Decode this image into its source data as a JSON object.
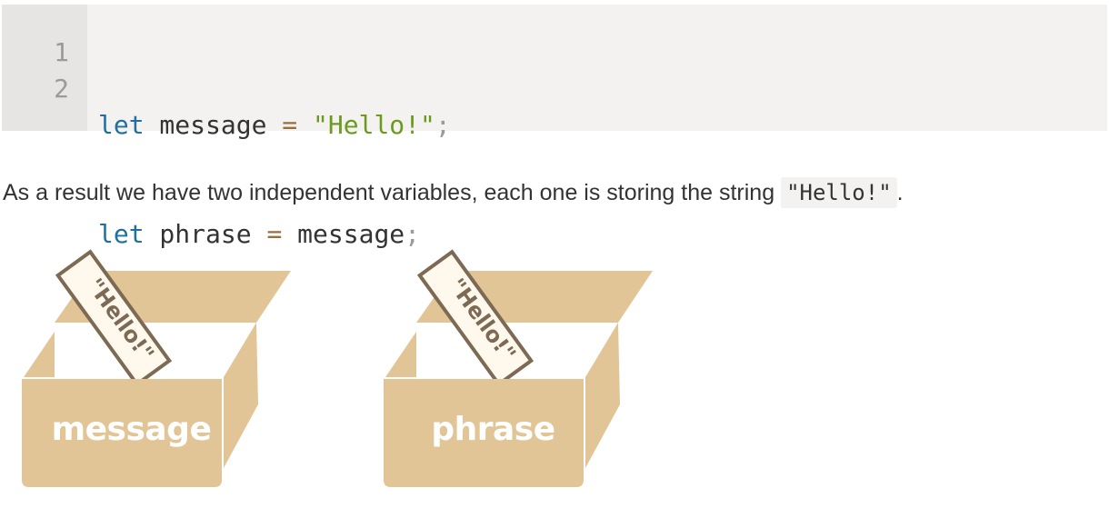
{
  "code": {
    "line_numbers": [
      "1",
      "2"
    ],
    "lines": [
      {
        "tokens": [
          {
            "text": "let",
            "kind": "keyword"
          },
          {
            "text": " message ",
            "kind": "plain"
          },
          {
            "text": "=",
            "kind": "operator"
          },
          {
            "text": " ",
            "kind": "plain"
          },
          {
            "text": "\"Hello!\"",
            "kind": "string"
          },
          {
            "text": ";",
            "kind": "punctuation"
          }
        ]
      },
      {
        "tokens": [
          {
            "text": "let",
            "kind": "keyword"
          },
          {
            "text": " phrase ",
            "kind": "plain"
          },
          {
            "text": "=",
            "kind": "operator"
          },
          {
            "text": " message",
            "kind": "plain"
          },
          {
            "text": ";",
            "kind": "punctuation"
          }
        ]
      }
    ]
  },
  "paragraph": {
    "text_before": "As a result we have two independent variables, each one is storing the string ",
    "code": "\"Hello!\"",
    "text_after": "."
  },
  "boxes": [
    {
      "label": "message",
      "tag": "\"Hello!\""
    },
    {
      "label": "phrase",
      "tag": "\"Hello!\""
    }
  ],
  "colors": {
    "box_fill": "#e2c596",
    "tag_fill": "#fff8ec",
    "tag_stroke": "#7d6a55",
    "keyword": "#1f6fa0",
    "string": "#6b9a1f",
    "operator": "#9a6e3a"
  }
}
